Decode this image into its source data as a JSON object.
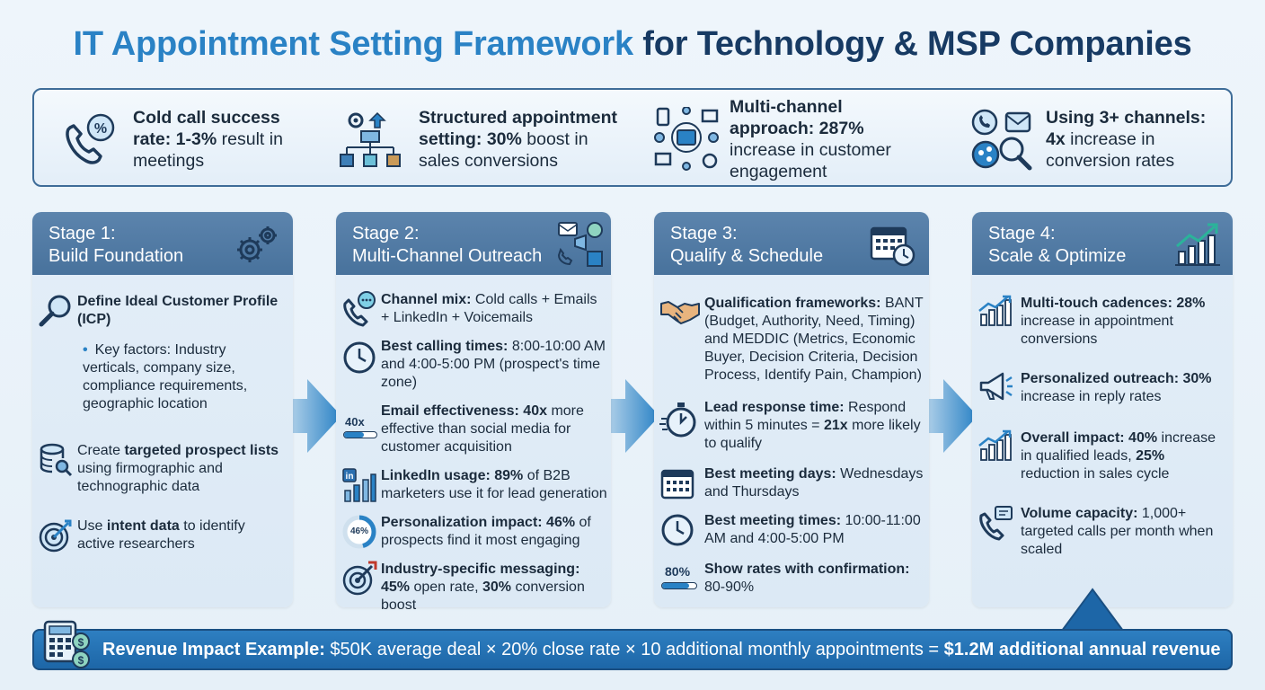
{
  "title": {
    "part1": "IT Appointment Setting Framework",
    "part2": "for Technology & MSP Companies"
  },
  "stats": [
    {
      "icon": "phone-percent-icon",
      "bold1": "Cold call success rate: 1-3%",
      "rest": " result in meetings"
    },
    {
      "icon": "org-chart-gear-icon",
      "bold1": "Structured appointment setting: 30%",
      "rest": " boost in sales conversions"
    },
    {
      "icon": "network-devices-icon",
      "bold1": "Multi-channel approach: 287%",
      "rest": " increase in customer engagement"
    },
    {
      "icon": "channels-search-icon",
      "bold1": "Using 3+ channels: 4x",
      "rest": " increase in conversion rates"
    }
  ],
  "stages": [
    {
      "title": "Stage 1:",
      "subtitle": "Build Foundation",
      "items": [
        {
          "bold": "Define Ideal Customer Profile (ICP)",
          "text": ""
        },
        {
          "bold": "",
          "pre": "Create ",
          "bold_mid": "targeted prospect lists",
          "text": " using firmographic and technographic data"
        },
        {
          "bold": "",
          "pre": "Use ",
          "bold_mid": "intent data",
          "text": " to identify active researchers"
        }
      ],
      "bullet": "Key factors: Industry verticals, company size, compliance requirements, geographic location"
    },
    {
      "title": "Stage 2:",
      "subtitle": "Multi-Channel Outreach",
      "items": [
        {
          "bold": "Channel mix:",
          "text": " Cold calls + Emails + LinkedIn + Voicemails"
        },
        {
          "bold": "Best calling times:",
          "text": " 8:00-10:00 AM and 4:00-5:00 PM (prospect's time zone)"
        },
        {
          "bold": "Email effectiveness: 40x",
          "text": " more effective than social media for customer acquisition",
          "badge": "40x"
        },
        {
          "bold": "LinkedIn usage: 89%",
          "text": " of B2B marketers use it for lead generation"
        },
        {
          "bold": "Personalization impact: 46%",
          "text": " of prospects find it most engaging",
          "badge": "46%"
        },
        {
          "bold": "Industry-specific messaging: 45%",
          "text": " open rate, ",
          "bold2": "30%",
          "text2": " conversion boost"
        }
      ]
    },
    {
      "title": "Stage 3:",
      "subtitle": "Qualify & Schedule",
      "items": [
        {
          "bold": "Qualification frameworks:",
          "text": " BANT (Budget, Authority, Need, Timing) and MEDDIC (Metrics, Economic Buyer, Decision Criteria, Decision Process, Identify Pain, Champion)"
        },
        {
          "bold": "Lead response time:",
          "text": " Respond within 5 minutes = ",
          "bold2": "21x",
          "text2": " more likely to qualify"
        },
        {
          "bold": "Best meeting days:",
          "text": " Wednesdays and Thursdays"
        },
        {
          "bold": "Best meeting times:",
          "text": " 10:00-11:00 AM and 4:00-5:00 PM"
        },
        {
          "bold": "Show rates with confirmation:",
          "text": " 80-90%",
          "badge": "80%"
        }
      ]
    },
    {
      "title": "Stage 4:",
      "subtitle": "Scale & Optimize",
      "items": [
        {
          "bold": "Multi-touch cadences: 28%",
          "text": " increase in appointment conversions"
        },
        {
          "bold": "Personalized outreach: 30%",
          "text": " increase in reply rates"
        },
        {
          "bold": "Overall impact: 40%",
          "text": " increase in qualified leads, ",
          "bold2": "25%",
          "text2": " reduction in sales cycle"
        },
        {
          "bold": "Volume capacity:",
          "text": " 1,000+ targeted calls per month when scaled"
        }
      ]
    }
  ],
  "bottom": {
    "bold": "Revenue Impact Example:",
    "text": " $50K average deal × 20% close rate × 10 additional monthly appointments = ",
    "bold2": "$1.2M additional annual revenue"
  },
  "colors": {
    "accent": "#2a82c5",
    "navy": "#173a63",
    "stage_header": "#48729c",
    "bottom_bar": "#1d66a7"
  }
}
